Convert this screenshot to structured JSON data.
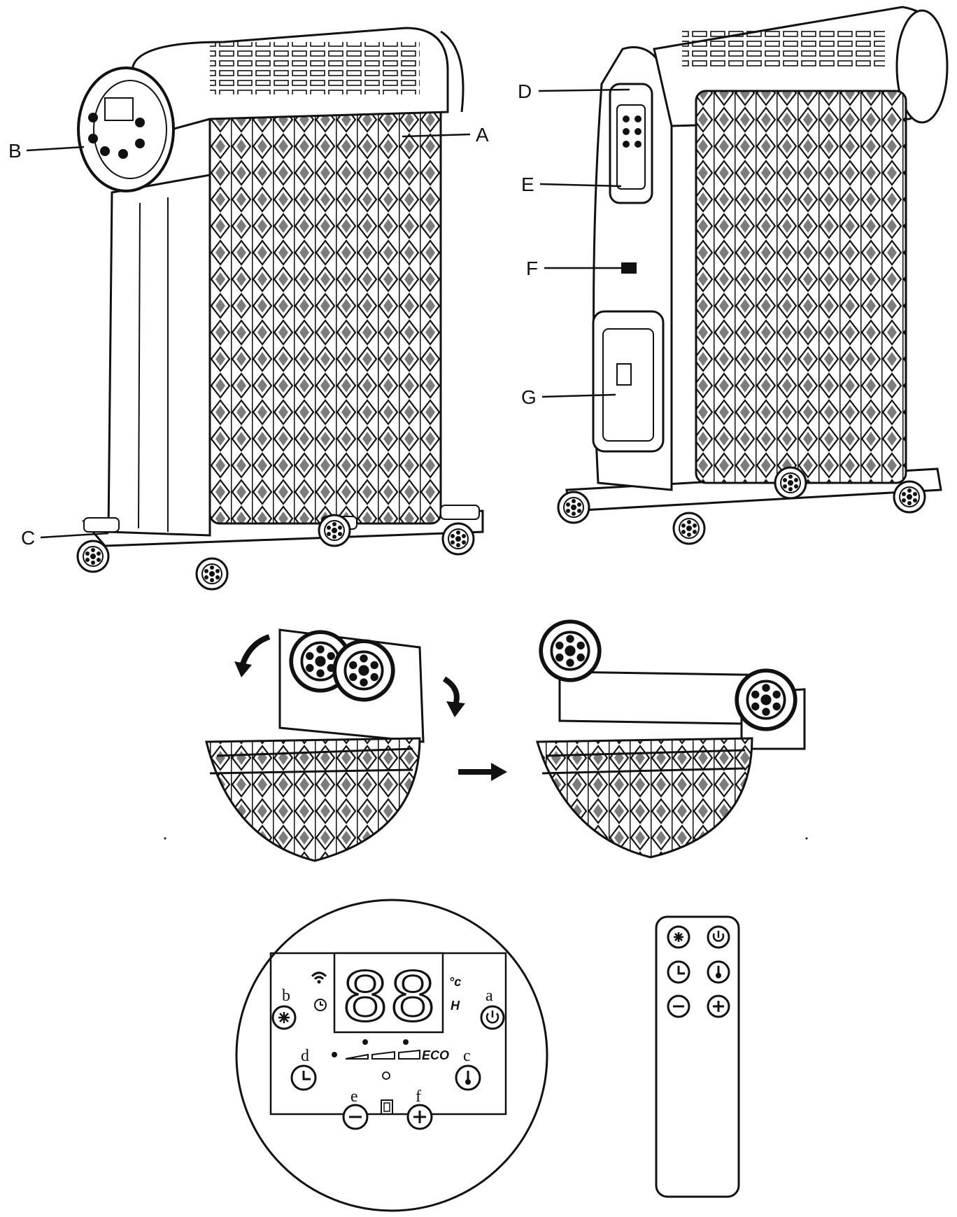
{
  "callouts": {
    "A": "A",
    "B": "B",
    "C": "C",
    "D": "D",
    "E": "E",
    "F": "F",
    "G": "G"
  },
  "panel": {
    "display_value": "88",
    "unit_celsius": "°c",
    "unit_hours": "H",
    "eco_label": "ECO",
    "buttons": {
      "a": "a",
      "b": "b",
      "c": "c",
      "d": "d",
      "e": "e",
      "f": "f"
    }
  },
  "icons": {
    "power": "power-icon",
    "fan": "fan-icon",
    "timer": "clock-icon",
    "temperature": "thermometer-icon",
    "minus": "minus-icon",
    "plus": "plus-icon",
    "wifi": "wifi-icon",
    "lock": "lock-icon",
    "arrow": "arrow-right-icon"
  }
}
